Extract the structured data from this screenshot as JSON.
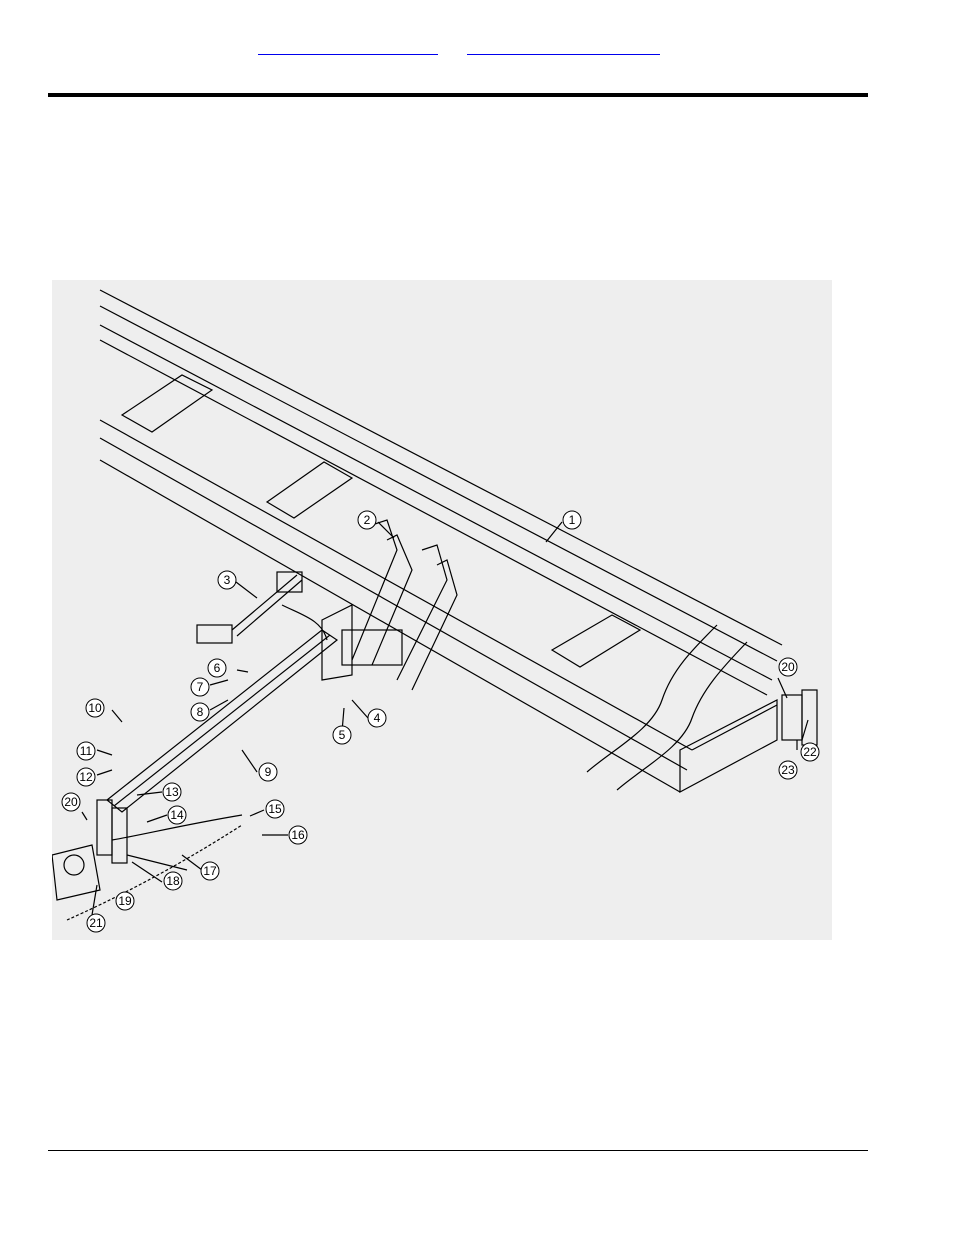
{
  "header": {
    "links": [
      "",
      ""
    ]
  },
  "drawing": {
    "callouts": [
      "1",
      "2",
      "3",
      "4",
      "5",
      "6",
      "7",
      "8",
      "9",
      "10",
      "11",
      "12",
      "13",
      "14",
      "15",
      "16",
      "17",
      "18",
      "19",
      "20",
      "21",
      "20",
      "22",
      "23"
    ]
  }
}
